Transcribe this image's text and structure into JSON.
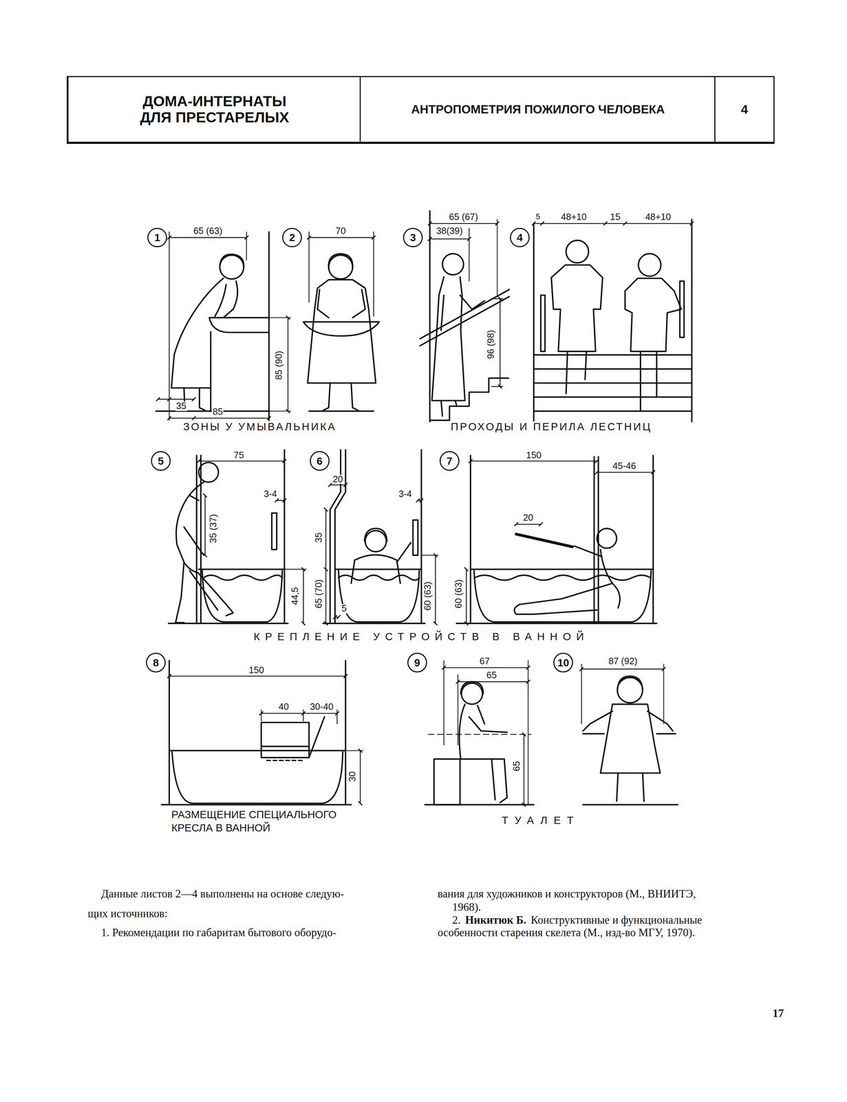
{
  "diagram": {
    "nodes": [
      {
        "text": [
          "ДОМА-ИНТЕРНАТЫ ДЛЯ ПРЕСТАРЕЛЫХ"
        ]
      },
      {
        "text": [
          "АНТРОПОМЕТРИЯ ПОЖИЛОГО ЧЕЛОВЕКА"
        ]
      },
      {
        "text": [
          "4"
        ]
      },
      {
        "text": [
          "1"
        ]
      },
      {
        "text": [
          "2"
        ]
      },
      {
        "text": [
          "3"
        ]
      },
      {
        "text": [
          "4"
        ]
      },
      {
        "text": [
          "5"
        ]
      },
      {
        "text": [
          "6"
        ]
      },
      {
        "text": [
          "7"
        ]
      },
      {
        "text": [
          "8"
        ]
      },
      {
        "text": [
          "9"
        ]
      },
      {
        "text": [
          "10"
        ]
      }
    ],
    "labels": [
      "65 (63)",
      "85 (90)",
      "35",
      "85",
      "ЗОНЫ У УМЫВАЛЬНИКА",
      "70",
      "65 (67)",
      "38(39)",
      "96 (98)",
      "5",
      "48+10",
      "15",
      "48+10",
      "ПРОХОДЫ И ПЕРИЛА ЛЕСТНИЦ",
      "75",
      "3-4",
      "35 (37)",
      "44,5",
      "20",
      "35",
      "65 (70)",
      "5",
      "3-4",
      "60 (63)",
      "150",
      "45-46",
      "20",
      "60 (63)",
      "КРЕПЛЕНИЕ УСТРОЙСТВ В ВАННОЙ",
      "150",
      "40",
      "30-40",
      "30",
      "РАЗМЕЩЕНИЕ СПЕЦИАЛЬНОГО КРЕСЛА В ВАННОЙ",
      "67",
      "65",
      "65",
      "87 (92)",
      "ТУАЛЕТ",
      "Данные листов 2—4 выполнены на основе следую-",
      "щих источников:",
      "1. Рекомендации по габаритам бытового оборудо-",
      "вания для художников и конструкторов (М., ВНИИТЭ,",
      "1968).",
      "2.",
      "Никитюк Б.",
      "Конструктивные и функциональные",
      "особенности старения скелета (М., изд-во МГУ, 1970).",
      "17"
    ]
  }
}
